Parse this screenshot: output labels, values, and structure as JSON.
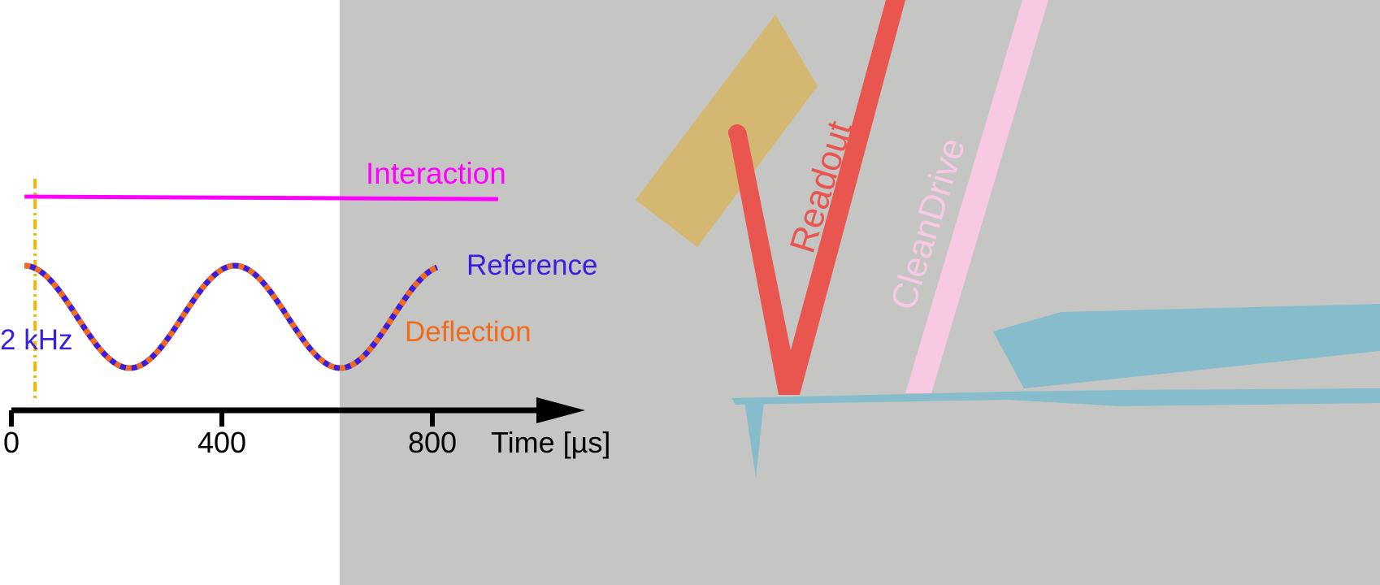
{
  "colors": {
    "scene_background": "#c5c6c4",
    "interaction": "#ff00ff",
    "reference": "#3a1ee0",
    "deflection": "#f26a1b",
    "frequency_marker": "#f7b500",
    "axis": "#000000",
    "readout_beam": "#e9554f",
    "cleandrive_beam": "#f8c9e2",
    "cantilever": "#86bccb",
    "photodiode_patch": "#d8b25a"
  },
  "labels": {
    "interaction": "Interaction",
    "reference": "Reference",
    "deflection": "Deflection",
    "frequency": "2 kHz",
    "time_axis": "Time [µs]",
    "readout": "Readout",
    "cleandrive": "CleanDrive"
  },
  "time_axis": {
    "ticks": [
      "0",
      "400",
      "800"
    ],
    "tick_values": [
      0,
      400,
      800
    ],
    "range": [
      0,
      1100
    ]
  },
  "signals": {
    "frequency_khz": 2,
    "marker_time_us": 45,
    "interaction_start_us": 25,
    "interaction_end_us": 925,
    "waveform_start_us": 25,
    "waveform_end_us": 810,
    "waveform_period_us": 400
  }
}
